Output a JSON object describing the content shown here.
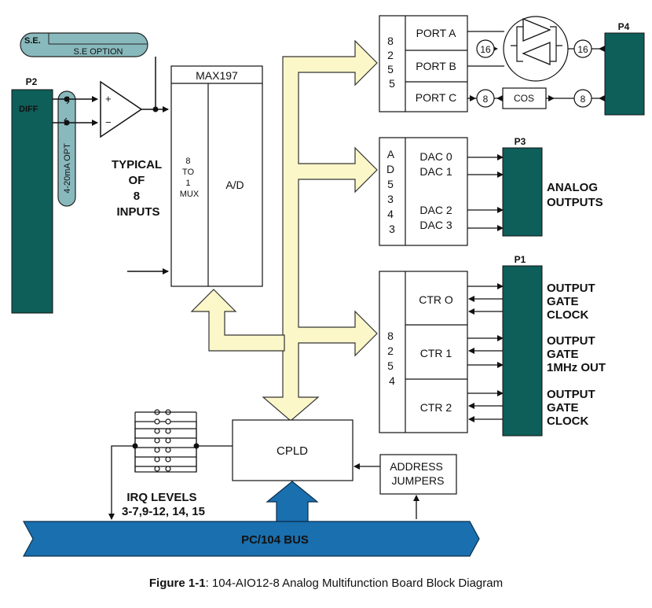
{
  "se_tag": "S.E.",
  "se_option": "S.E OPTION",
  "p2": {
    "label": "P2",
    "diff": "DIFF"
  },
  "opt_4_20": "4-20mA OPT",
  "amp": {
    "plus": "+",
    "minus": "−"
  },
  "max197": {
    "title": "MAX197",
    "mux": [
      "8",
      "TO",
      "1",
      "MUX"
    ],
    "ad": "A/D"
  },
  "typical_inputs": [
    "TYPICAL",
    "OF",
    "8",
    "INPUTS"
  ],
  "ppi_8255": {
    "chip": [
      "8",
      "2",
      "5",
      "5"
    ],
    "ports": [
      "PORT A",
      "PORT B",
      "PORT C"
    ]
  },
  "port_widths": [
    "16",
    "16",
    "8",
    "8"
  ],
  "cos": "COS",
  "p4": "P4",
  "dac_ad5343": {
    "chip": [
      "A",
      "D",
      "5",
      "3",
      "4",
      "3"
    ],
    "dacs": [
      "DAC 0",
      "DAC 1",
      "DAC 2",
      "DAC 3"
    ]
  },
  "p3": {
    "label": "P3",
    "caption": [
      "ANALOG",
      "OUTPUTS"
    ]
  },
  "counter_8254": {
    "chip": [
      "8",
      "2",
      "5",
      "4"
    ],
    "counters": [
      "CTR O",
      "CTR 1",
      "CTR 2"
    ]
  },
  "p1": {
    "label": "P1",
    "signals": [
      [
        "OUTPUT",
        "GATE",
        "CLOCK"
      ],
      [
        "OUTPUT",
        "GATE",
        "1MHz OUT"
      ],
      [
        "OUTPUT",
        "GATE",
        "CLOCK"
      ]
    ]
  },
  "cpld": "CPLD",
  "address_jumpers": [
    "ADDRESS",
    "JUMPERS"
  ],
  "irq_levels": [
    "IRQ LEVELS",
    "3-7,9-12, 14, 15"
  ],
  "bus": "PC/104 BUS",
  "caption": {
    "prefix": "Figure 1-1",
    "text": ": 104-AIO12-8 Analog Multifunction Board Block Diagram"
  },
  "colors": {
    "connector": "#0e5e5a",
    "bus": "#1a6fae",
    "arrow_fill": "#fbf7c8",
    "se_fill": "#88b9bd"
  }
}
